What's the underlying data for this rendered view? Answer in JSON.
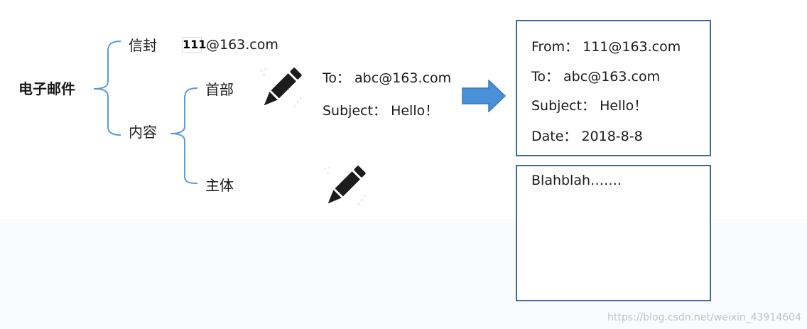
{
  "tree": {
    "root": "电子邮件",
    "envelope": "信封",
    "content": "内容",
    "header": "首部",
    "body": "主体"
  },
  "envelope_value": {
    "code": "111",
    "address": "@163.com"
  },
  "header_draft": {
    "to": "To：  abc@163.com",
    "subject": "Subject：  Hello！"
  },
  "header_box": {
    "from": "From：  111@163.com",
    "to": "To：  abc@163.com",
    "subject": "Subject：  Hello！",
    "date": "Date：  2018-8-8"
  },
  "body_box": {
    "text": "Blahblah……."
  },
  "watermark": "https://blog.csdn.net/weixin_43914604",
  "icons": {
    "edit_1": "pencil-icon",
    "edit_2": "pencil-icon",
    "flow": "arrow-right-icon"
  },
  "colors": {
    "bracket": "#5b9bd5",
    "arrow": "#4a90d9",
    "box_border": "#3d6a9c"
  }
}
